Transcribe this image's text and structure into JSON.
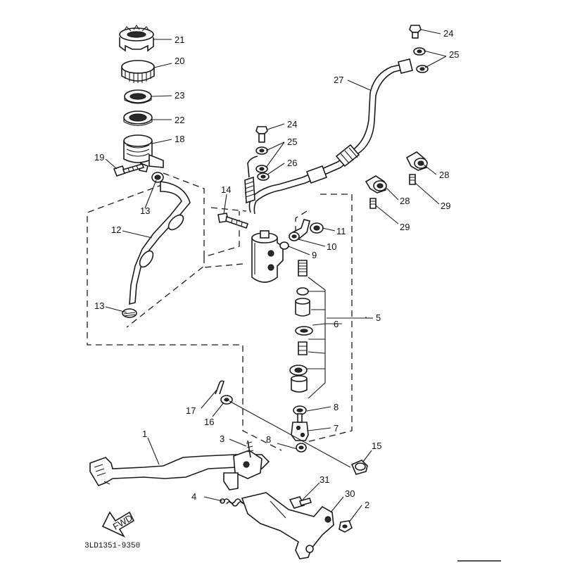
{
  "diagram": {
    "callouts": [
      {
        "id": "c21",
        "label": "21"
      },
      {
        "id": "c20",
        "label": "20"
      },
      {
        "id": "c23",
        "label": "23"
      },
      {
        "id": "c22",
        "label": "22"
      },
      {
        "id": "c18",
        "label": "18"
      },
      {
        "id": "c19",
        "label": "19"
      },
      {
        "id": "c13a",
        "label": "13"
      },
      {
        "id": "c12",
        "label": "12"
      },
      {
        "id": "c13b",
        "label": "13"
      },
      {
        "id": "c14",
        "label": "14"
      },
      {
        "id": "c24a",
        "label": "24"
      },
      {
        "id": "c25a",
        "label": "25"
      },
      {
        "id": "c26",
        "label": "26"
      },
      {
        "id": "c27",
        "label": "27"
      },
      {
        "id": "c24b",
        "label": "24"
      },
      {
        "id": "c25b",
        "label": "25"
      },
      {
        "id": "c28a",
        "label": "28"
      },
      {
        "id": "c28b",
        "label": "28"
      },
      {
        "id": "c29a",
        "label": "29"
      },
      {
        "id": "c29b",
        "label": "29"
      },
      {
        "id": "c11",
        "label": "11"
      },
      {
        "id": "c10",
        "label": "10"
      },
      {
        "id": "c9",
        "label": "9"
      },
      {
        "id": "c6",
        "label": "6"
      },
      {
        "id": "c5",
        "label": "5"
      },
      {
        "id": "c8a",
        "label": "8"
      },
      {
        "id": "c7",
        "label": "7"
      },
      {
        "id": "c8b",
        "label": "8"
      },
      {
        "id": "c17",
        "label": "17"
      },
      {
        "id": "c16",
        "label": "16"
      },
      {
        "id": "c1",
        "label": "1"
      },
      {
        "id": "c3",
        "label": "3"
      },
      {
        "id": "c15",
        "label": "15"
      },
      {
        "id": "c31",
        "label": "31"
      },
      {
        "id": "c30",
        "label": "30"
      },
      {
        "id": "c2",
        "label": "2"
      },
      {
        "id": "c4",
        "label": "4"
      }
    ],
    "fwd_label": "FWD",
    "footer_code": "3LD1351-9350"
  }
}
